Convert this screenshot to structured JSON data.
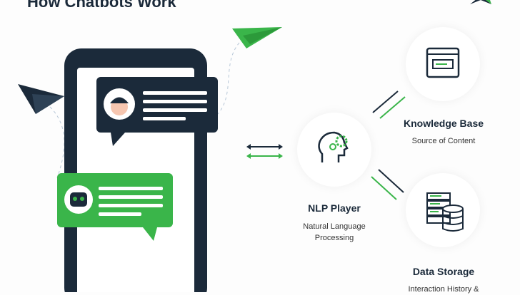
{
  "title": "How Chatbots Work",
  "nodes": {
    "nlp": {
      "label": "NLP Player",
      "desc": "Natural Language Processing"
    },
    "knowledge": {
      "label": "Knowledge Base",
      "desc": "Source of Content"
    },
    "storage": {
      "label": "Data Storage",
      "desc": "Interaction History &"
    }
  },
  "colors": {
    "dark": "#1b2a3a",
    "green": "#3ab54a"
  }
}
